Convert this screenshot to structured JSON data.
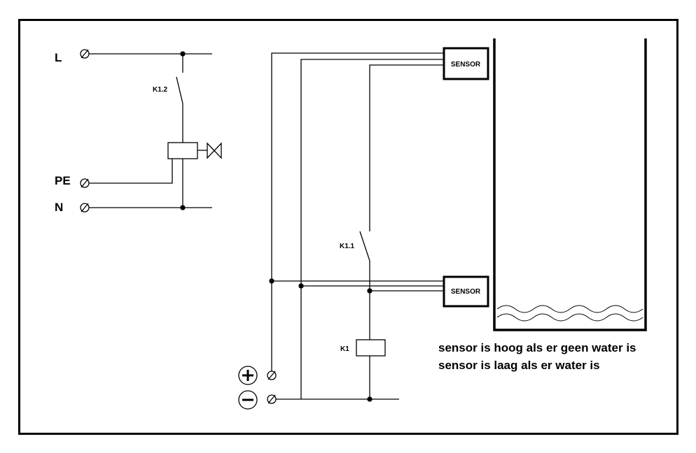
{
  "terminals": {
    "L": "L",
    "PE": "PE",
    "N": "N"
  },
  "contacts": {
    "k12": "K1.2",
    "k11": "K1.1",
    "k1": "K1"
  },
  "sensors": {
    "upper": "SENSOR",
    "lower": "SENSOR"
  },
  "notes": [
    "sensor is hoog als er geen water is",
    "sensor is laag als er water is"
  ],
  "supply_icons": {
    "plus": "plus-icon",
    "minus": "minus-icon"
  }
}
